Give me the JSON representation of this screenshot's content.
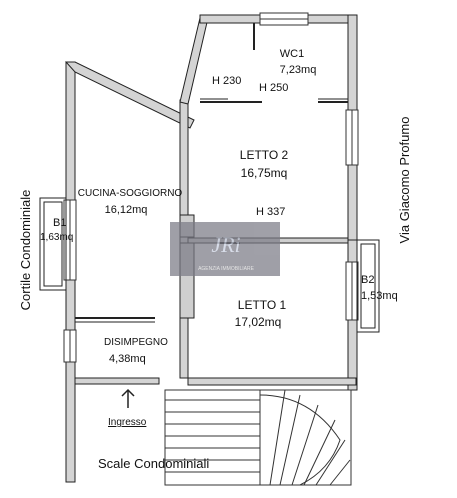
{
  "rooms": {
    "wc1": {
      "name": "WC1",
      "area": "7,23mq"
    },
    "letto2": {
      "name": "LETTO 2",
      "area": "16,75mq"
    },
    "cucina": {
      "name": "CUCINA-SOGGIORNO",
      "area": "16,12mq"
    },
    "letto1": {
      "name": "LETTO 1",
      "area": "17,02mq"
    },
    "disimpegno": {
      "name": "DISIMPEGNO",
      "area": "4,38mq"
    },
    "b1": {
      "name": "B1",
      "area": "1,63mq"
    },
    "b2": {
      "name": "B2",
      "area": "1,53mq"
    }
  },
  "heights": {
    "h230": "H 230",
    "h250": "H 250",
    "h337": "H 337"
  },
  "labels": {
    "ingresso": "Ingresso",
    "scale": "Scale Condominiali",
    "cortile": "Cortile Condominiale",
    "via": "Via Giacomo Profumo"
  },
  "watermark": {
    "logo_text": "JRi",
    "caption": "AGENZIA IMMOBILIARE"
  },
  "colors": {
    "wall": "#2a2a2a",
    "wall_fill": "#cfcfcf",
    "watermark": "#7b7b86"
  }
}
